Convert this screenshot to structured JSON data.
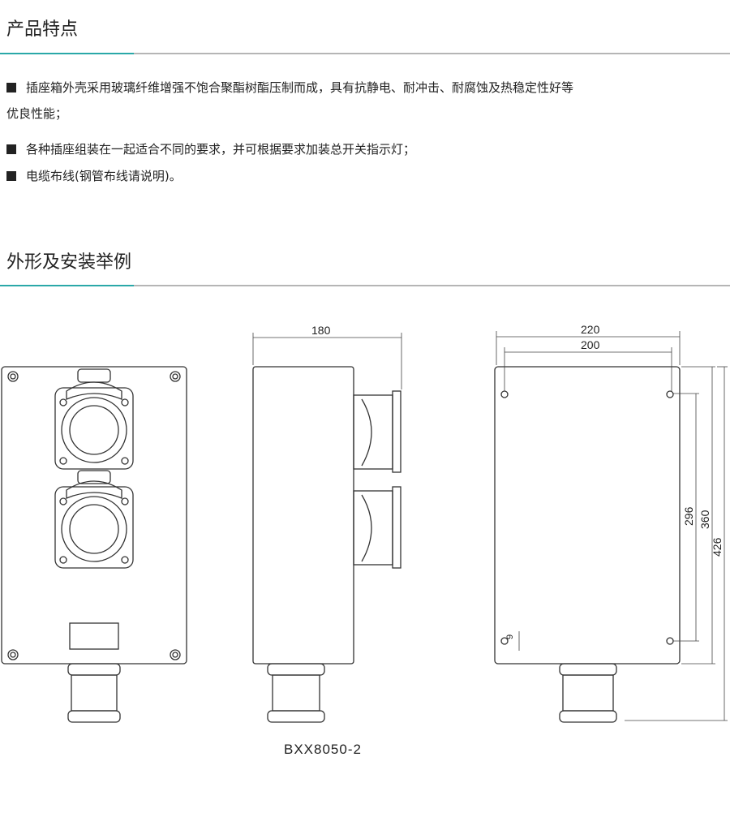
{
  "section1": {
    "title": "产品特点",
    "bullets": [
      {
        "line1": "插座箱外壳采用玻璃纤维增强不饱合聚酯树酯压制而成，具有抗静电、耐冲击、耐腐蚀及热稳定性好等",
        "line2": "优良性能；"
      },
      {
        "line1": "各种插座组装在一起适合不同的要求，并可根据要求加装总开关指示灯；"
      },
      {
        "line1": "电缆布线(钢管布线请说明)。"
      }
    ]
  },
  "section2": {
    "title": "外形及安装举例"
  },
  "drawing": {
    "model": "BXX8050-2",
    "dims": {
      "side_depth": "180",
      "width_outer": "220",
      "width_holes": "200",
      "height_holes": "296",
      "height_box": "360",
      "height_total": "426",
      "slot": "9"
    }
  },
  "colors": {
    "accent": "#2aa8a8",
    "rule": "#b5b5b5"
  }
}
